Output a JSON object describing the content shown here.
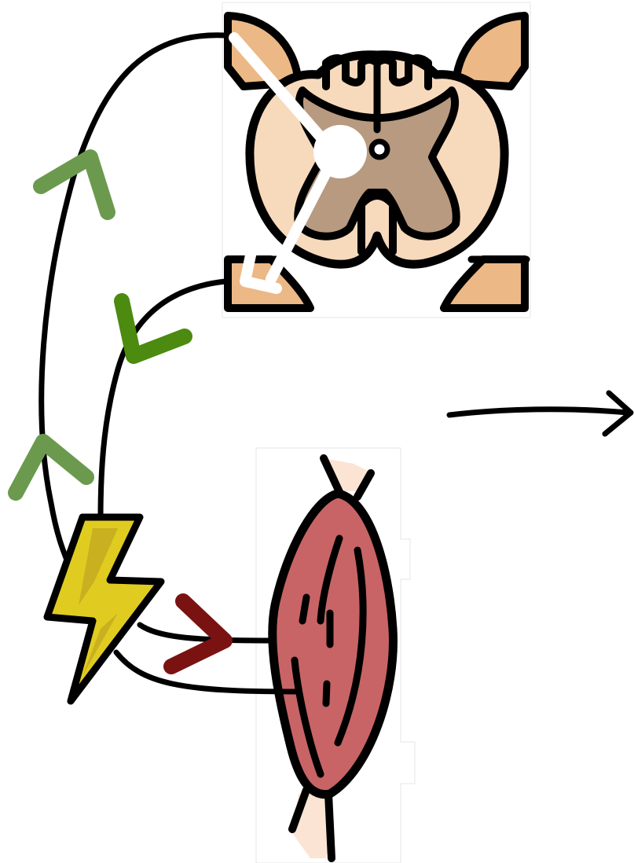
{
  "diagram": {
    "type": "reflex-arc-illustration",
    "nodes": [
      {
        "id": "spinal-cord",
        "icon": "spinal-cord-cross-section-icon"
      },
      {
        "id": "stimulus",
        "icon": "lightning-bolt-icon"
      },
      {
        "id": "muscle",
        "icon": "muscle-icon"
      }
    ],
    "edges": [
      {
        "from": "stimulus",
        "to": "spinal-cord",
        "kind": "sensory-pathway",
        "arrow_color": "#6b9a4e"
      },
      {
        "from": "spinal-cord",
        "to": "stimulus",
        "kind": "motor-pathway",
        "arrow_color": "#4c8a10"
      },
      {
        "from": "stimulus",
        "to": "muscle",
        "kind": "effector-pathway",
        "arrow_color": "#7a1212"
      }
    ],
    "colors": {
      "cord_outer": "#f7d9bc",
      "cord_inner": "#b89a80",
      "nerve_roots": "#ecb886",
      "bolt_fill": "#e0cc20",
      "bolt_shade": "#c9b020",
      "muscle_fill": "#c86466",
      "tendon": "#fbe4d4",
      "sensory_arrow": "#6b9a4e",
      "motor_arrow": "#4c8a10",
      "effector_arrow": "#7a1212",
      "synapse_marker": "#ffffff"
    }
  }
}
